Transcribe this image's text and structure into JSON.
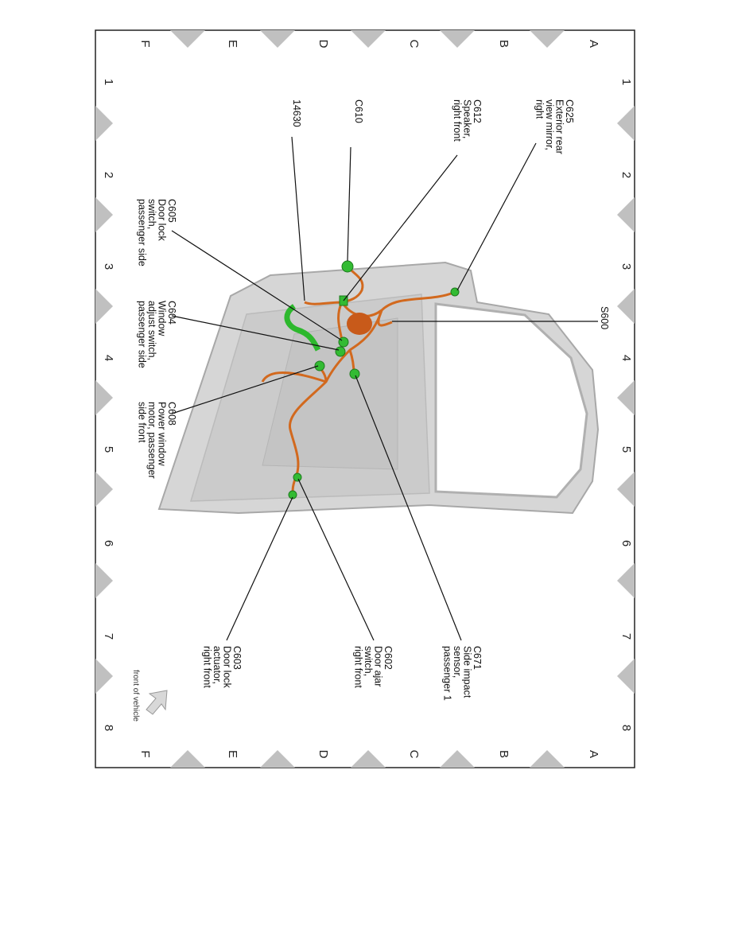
{
  "grid": {
    "letters": [
      "A",
      "B",
      "C",
      "D",
      "E",
      "F"
    ],
    "numbers": [
      "1",
      "2",
      "3",
      "4",
      "5",
      "6",
      "7",
      "8"
    ]
  },
  "labels": {
    "c625": [
      "C625",
      "Exterior rear",
      "view mirror,",
      "right"
    ],
    "c612": [
      "C612",
      "Speaker,",
      "right front"
    ],
    "c610": [
      "C610"
    ],
    "h14630": [
      "14630"
    ],
    "c605": [
      "C605",
      "Door lock",
      "switch,",
      "passenger side"
    ],
    "c604": [
      "C604",
      "Window",
      "adjust switch,",
      "passenger side"
    ],
    "c608": [
      "C608",
      "Power window",
      "motor, passenger",
      "side front"
    ],
    "s600": [
      "S600"
    ],
    "c671": [
      "C671",
      "Side impact",
      "sensor,",
      "passenger 1"
    ],
    "c602": [
      "C602",
      "Door ajar",
      "switch,",
      "right front"
    ],
    "c603": [
      "C603",
      "Door lock",
      "actuator,",
      "right front"
    ]
  },
  "front_indicator": "front of vehicle",
  "colors": {
    "wire": "#d2691e",
    "connector": "#33bb33",
    "door": "#d4d4d4",
    "marker": "#c0c0c0"
  }
}
